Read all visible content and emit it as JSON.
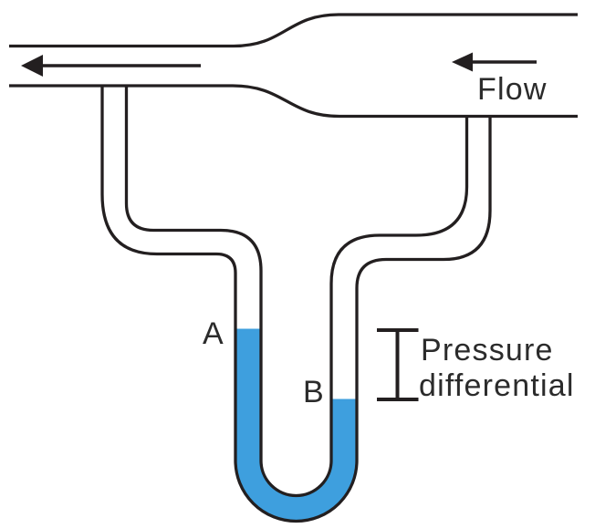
{
  "figure": {
    "labels": {
      "flow": "Flow",
      "point_a": "A",
      "point_b": "B",
      "pressure_line1": "Pressure",
      "pressure_line2": "differential"
    },
    "colors": {
      "liquid_blue": "#3E9FDE",
      "line_black": "#231F20",
      "text_dark": "#2B2B2B",
      "background": "#FFFFFF"
    }
  }
}
